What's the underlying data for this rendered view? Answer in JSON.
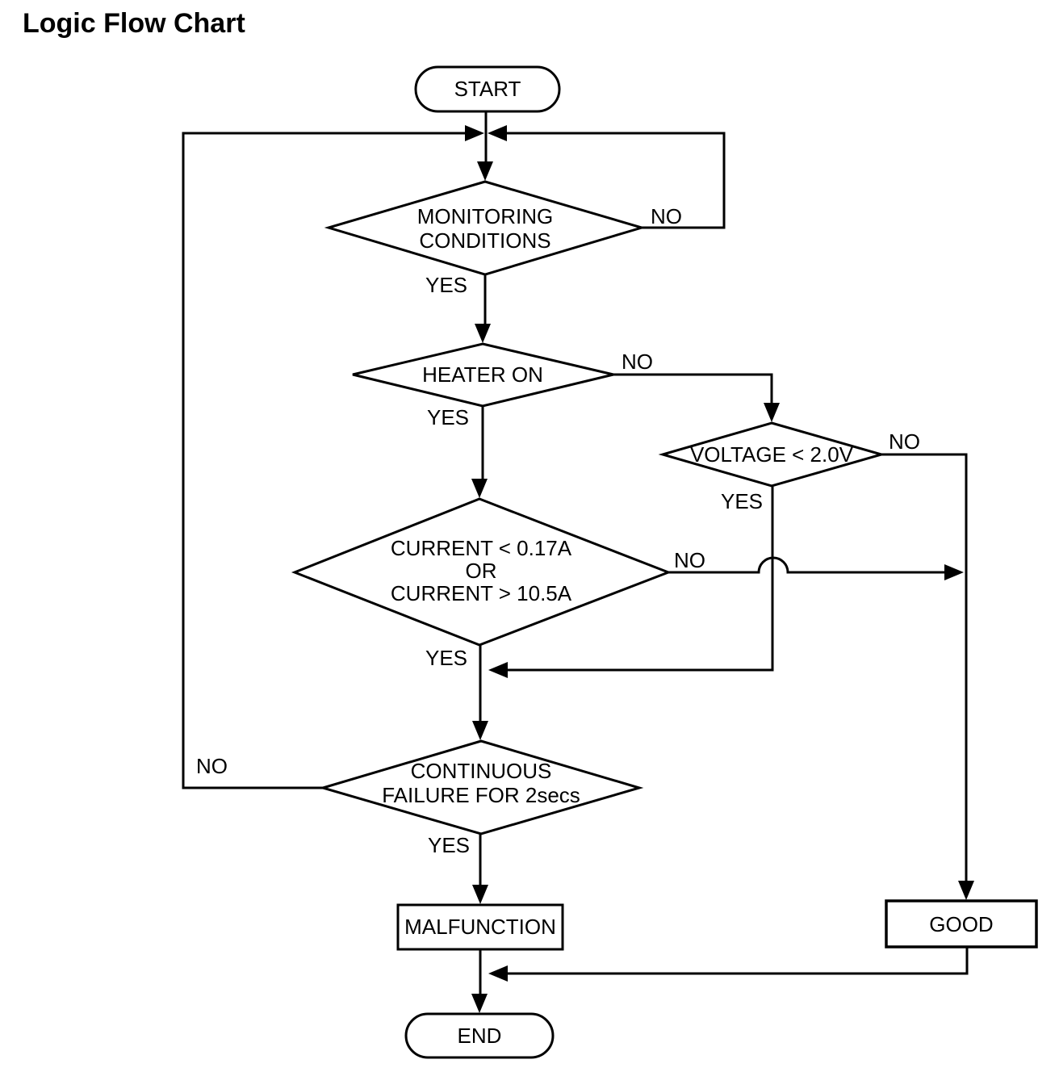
{
  "title": "Logic Flow Chart",
  "diagram": {
    "type": "flowchart",
    "colors": {
      "line": "#000000",
      "text": "#000000",
      "background": "#ffffff"
    },
    "nodes": {
      "start": {
        "shape": "stadium",
        "label": "START"
      },
      "monitoring": {
        "shape": "diamond",
        "lines": [
          "MONITORING",
          "CONDITIONS"
        ]
      },
      "heater": {
        "shape": "diamond",
        "label": "HEATER ON"
      },
      "voltage": {
        "shape": "diamond",
        "label": "VOLTAGE < 2.0V"
      },
      "current": {
        "shape": "diamond",
        "lines": [
          "CURRENT < 0.17A",
          "OR",
          "CURRENT > 10.5A"
        ]
      },
      "continuous": {
        "shape": "diamond",
        "lines": [
          "CONTINUOUS",
          "FAILURE FOR 2secs"
        ]
      },
      "malfunction": {
        "shape": "rect",
        "label": "MALFUNCTION"
      },
      "good": {
        "shape": "rect",
        "label": "GOOD"
      },
      "end": {
        "shape": "stadium",
        "label": "END"
      }
    },
    "edges": [
      {
        "from": "start",
        "to": "monitoring",
        "label": ""
      },
      {
        "from": "monitoring",
        "to": "heater",
        "label": "YES"
      },
      {
        "from": "monitoring",
        "to": "monitoring",
        "label": "NO",
        "note": "loops right and back to entry junction above monitoring"
      },
      {
        "from": "heater",
        "to": "current",
        "label": "YES"
      },
      {
        "from": "heater",
        "to": "voltage",
        "label": "NO"
      },
      {
        "from": "voltage",
        "to": "continuous",
        "label": "YES",
        "note": "drops down and merges left into the YES path below the current check"
      },
      {
        "from": "voltage",
        "to": "good",
        "label": "NO"
      },
      {
        "from": "current",
        "to": "continuous",
        "label": "YES"
      },
      {
        "from": "current",
        "to": "good",
        "label": "NO",
        "note": "horizontal line hops over the voltage-YES vertical with a bridge arc"
      },
      {
        "from": "continuous",
        "to": "malfunction",
        "label": "YES"
      },
      {
        "from": "continuous",
        "to": "monitoring",
        "label": "NO",
        "note": "loops left and back up to entry junction above monitoring"
      },
      {
        "from": "malfunction",
        "to": "end",
        "label": ""
      },
      {
        "from": "good",
        "to": "end",
        "label": ""
      }
    ]
  }
}
